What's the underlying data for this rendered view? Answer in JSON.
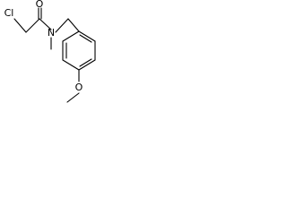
{
  "molecule": {
    "atoms": {
      "chlorine": "Cl",
      "carbonyl_oxygen": "O",
      "amide_nitrogen": "N",
      "methoxy_oxygen": "O"
    }
  }
}
